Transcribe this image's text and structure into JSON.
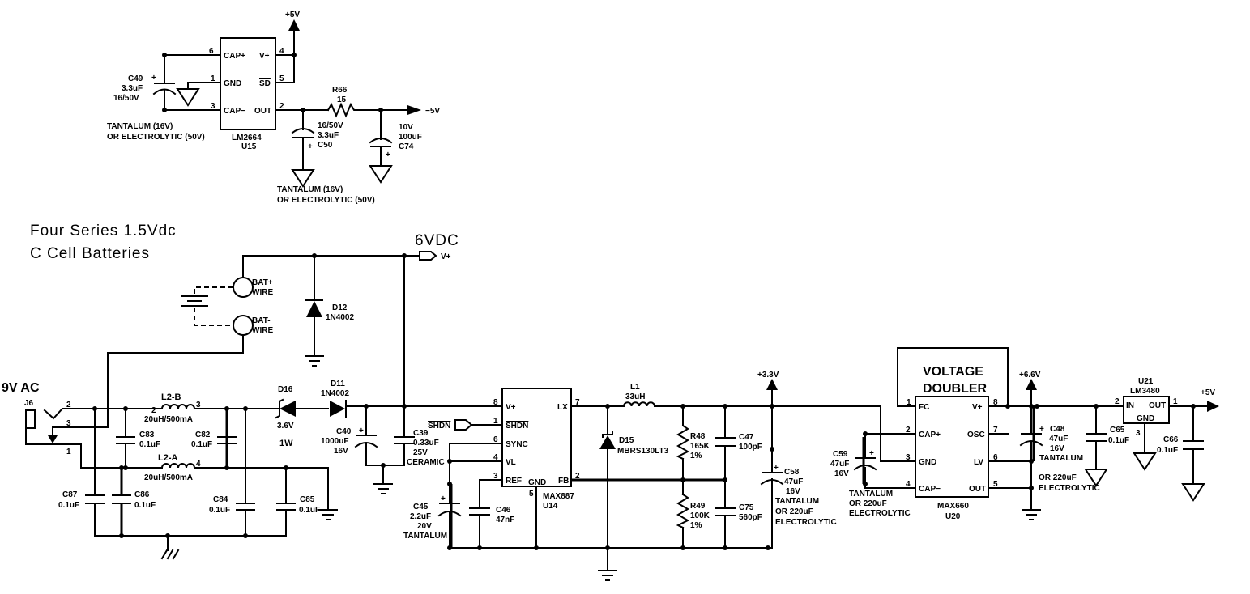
{
  "top": {
    "u15": {
      "ref": "U15",
      "part": "LM2664",
      "pins": {
        "cap_plus": "CAP+",
        "gnd": "GND",
        "cap_minus": "CAP−",
        "vplus": "V+",
        "sd": "SD",
        "out": "OUT"
      },
      "pin_numbers": {
        "cap_plus": "6",
        "gnd": "1",
        "cap_minus": "3",
        "vplus": "4",
        "sd": "5",
        "out": "2"
      }
    },
    "c49": {
      "ref": "C49",
      "value": "3.3uF",
      "rating": "16/50V"
    },
    "c49_note": [
      "TANTALUM (16V)",
      "OR ELECTROLYTIC (50V)"
    ],
    "c50": {
      "ref": "C50",
      "value": "3.3uF",
      "rating": "16/50V"
    },
    "c50_note": [
      "TANTALUM (16V)",
      "OR ELECTROLYTIC (50V)"
    ],
    "r66": {
      "ref": "R66",
      "value": "15"
    },
    "c74": {
      "ref": "C74",
      "value": "100uF",
      "rating": "10V"
    },
    "plus5v": "+5V",
    "minus5v": "−5V"
  },
  "battery": {
    "title": [
      "Four Series 1.5Vdc",
      "C Cell Batteries"
    ],
    "bat_plus": [
      "BAT+",
      "WIRE"
    ],
    "bat_minus": [
      "BAT-",
      "WIRE"
    ],
    "vdc": "6VDC",
    "vplus_port": "V+",
    "d12": {
      "ref": "D12",
      "part": "1N4002"
    }
  },
  "input": {
    "label": "9V AC",
    "j6": {
      "ref": "J6",
      "pins": [
        "2",
        "3",
        "1"
      ]
    },
    "l2b": {
      "ref": "L2-B",
      "value": "20uH/500mA",
      "pins": [
        "2",
        "3"
      ]
    },
    "l2a": {
      "ref": "L2-A",
      "value": "20uH/500mA",
      "pin": "4"
    },
    "caps": [
      {
        "ref": "C83",
        "value": "0.1uF"
      },
      {
        "ref": "C82",
        "value": "0.1uF"
      },
      {
        "ref": "C87",
        "value": "0.1uF"
      },
      {
        "ref": "C86",
        "value": "0.1uF"
      },
      {
        "ref": "C84",
        "value": "0.1uF"
      },
      {
        "ref": "C85",
        "value": "0.1uF"
      }
    ],
    "d16": {
      "ref": "D16",
      "value": "3.6V",
      "power": "1W"
    },
    "d11": {
      "ref": "D11",
      "part": "1N4002"
    },
    "c40": {
      "ref": "C40",
      "value": "1000uF",
      "rating": "16V"
    },
    "c39": {
      "ref": "C39",
      "value": "0.33uF",
      "rating": "25V",
      "type": "CERAMIC"
    }
  },
  "buck": {
    "u14": {
      "ref": "U14",
      "part": "MAX887",
      "pins": {
        "vplus": "V+",
        "shdn": "SHDN",
        "sync": "SYNC",
        "vl": "VL",
        "ref": "REF",
        "gnd": "GND",
        "lx": "LX",
        "fb": "FB"
      },
      "pin_numbers": {
        "vplus": "8",
        "shdn": "1",
        "sync": "6",
        "vl": "4",
        "ref": "3",
        "gnd": "5",
        "lx": "7",
        "fb": "2"
      }
    },
    "shdn_port": "SHDN",
    "c45": {
      "ref": "C45",
      "value": "2.2uF",
      "rating": "20V",
      "type": "TANTALUM"
    },
    "c46": {
      "ref": "C46",
      "value": "47nF"
    },
    "l1": {
      "ref": "L1",
      "value": "33uH"
    },
    "d15": {
      "ref": "D15",
      "part": "MBRS130LT3"
    },
    "r48": {
      "ref": "R48",
      "value": "165K",
      "tol": "1%"
    },
    "r49": {
      "ref": "R49",
      "value": "100K",
      "tol": "1%"
    },
    "c47": {
      "ref": "C47",
      "value": "100pF"
    },
    "c75": {
      "ref": "C75",
      "value": "560pF"
    },
    "c58": {
      "ref": "C58",
      "value": "47uF",
      "rating": "16V",
      "type": "TANTALUM",
      "alt": [
        "OR 220uF",
        "ELECTROLYTIC"
      ]
    },
    "rail": "+3.3V"
  },
  "doubler": {
    "title": [
      "VOLTAGE",
      "DOUBLER"
    ],
    "u20": {
      "ref": "U20",
      "part": "MAX660",
      "pins": {
        "fc": "FC",
        "cap_plus": "CAP+",
        "gnd": "GND",
        "cap_minus": "CAP−",
        "vplus": "V+",
        "osc": "OSC",
        "lv": "LV",
        "out": "OUT"
      },
      "pin_numbers": {
        "fc": "1",
        "cap_plus": "2",
        "gnd": "3",
        "cap_minus": "4",
        "vplus": "8",
        "osc": "7",
        "lv": "6",
        "out": "5"
      }
    },
    "c59": {
      "ref": "C59",
      "value": "47uF",
      "rating": "16V",
      "alt": [
        "TANTALUM",
        "OR 220uF",
        "ELECTROLYTIC"
      ]
    },
    "c48": {
      "ref": "C48",
      "value": "47uF",
      "rating": "16V",
      "type": "TANTALUM",
      "alt": [
        "OR 220uF",
        "ELECTROLYTIC"
      ]
    },
    "rail": "+6.6V"
  },
  "ldo": {
    "u21": {
      "ref": "U21",
      "part": "LM3480",
      "pins": {
        "in": "IN",
        "out": "OUT",
        "gnd": "GND"
      },
      "pin_numbers": {
        "in": "2",
        "out": "1",
        "gnd": "3"
      }
    },
    "c65": {
      "ref": "C65",
      "value": "0.1uF"
    },
    "c66": {
      "ref": "C66",
      "value": "0.1uF"
    },
    "rail": "+5V"
  }
}
